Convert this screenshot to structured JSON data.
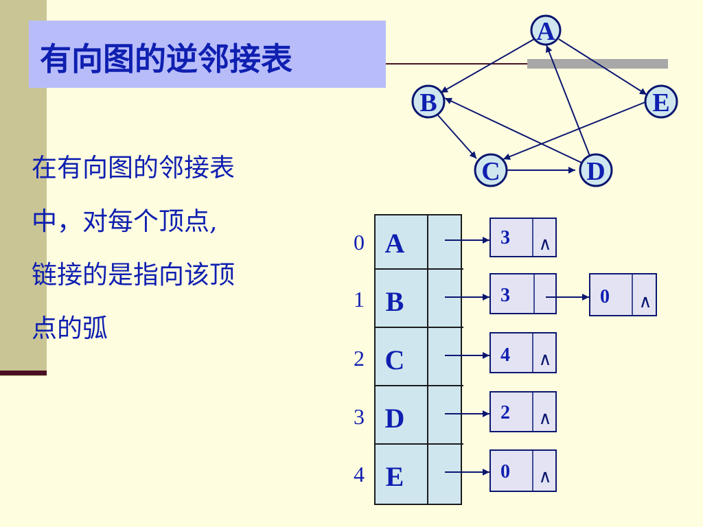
{
  "title": "有向图的逆邻接表",
  "body_lines": [
    "在有向图的邻接表",
    "中，对每个顶点,",
    "链接的是指向该顶",
    "点的弧"
  ],
  "graph": {
    "nodes": [
      "A",
      "B",
      "E",
      "C",
      "D"
    ]
  },
  "table": {
    "rows": [
      {
        "index": "0",
        "vertex": "A",
        "list": [
          "3",
          "∧"
        ]
      },
      {
        "index": "1",
        "vertex": "B",
        "list": [
          "3",
          "",
          "0",
          "∧"
        ]
      },
      {
        "index": "2",
        "vertex": "C",
        "list": [
          "4",
          "∧"
        ]
      },
      {
        "index": "3",
        "vertex": "D",
        "list": [
          "2",
          "∧"
        ]
      },
      {
        "index": "4",
        "vertex": "E",
        "list": [
          "0",
          "∧"
        ]
      }
    ]
  },
  "colors": {
    "text": "#0f1fb0",
    "edge": "#0a1670",
    "background": "#fffde0",
    "cell": "#cfe6ee",
    "node_fill": "#cfe6ee"
  }
}
